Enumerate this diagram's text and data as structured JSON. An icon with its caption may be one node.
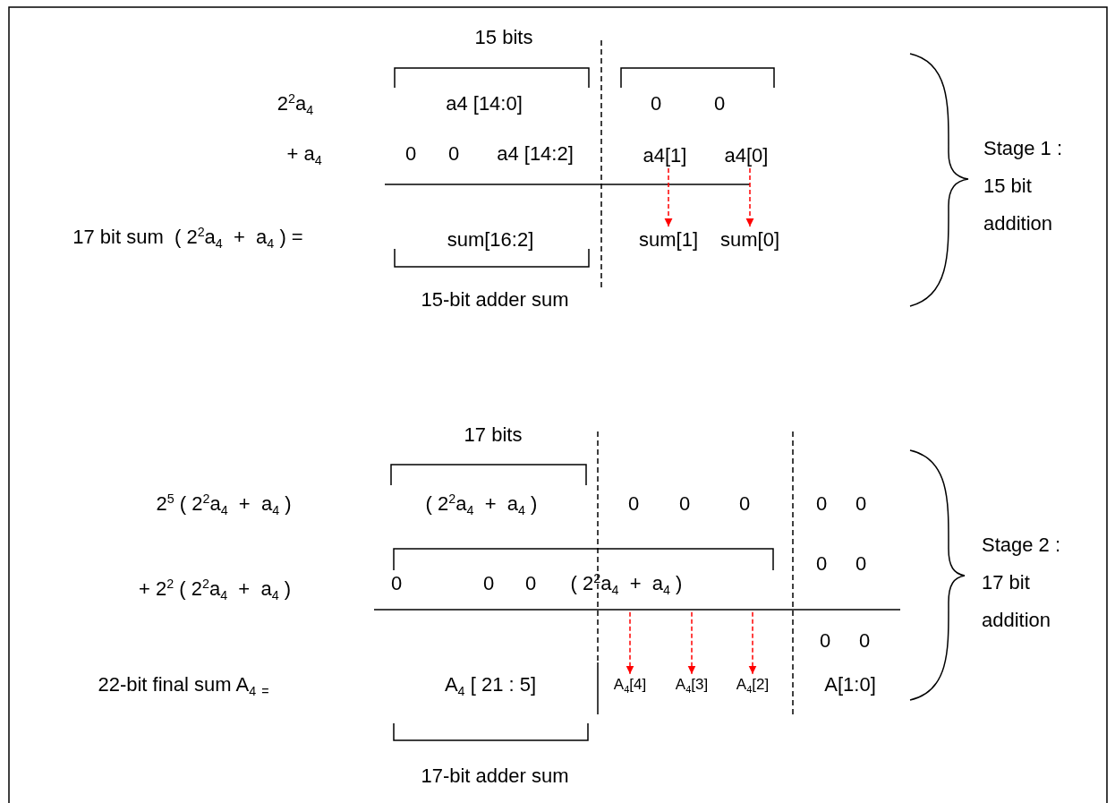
{
  "diagram": {
    "nodes": [
      {
        "text": [
          "a4[1]"
        ]
      },
      {
        "text": [
          "a4[0]"
        ]
      },
      {
        "text": [
          "sum[1]"
        ]
      },
      {
        "text": [
          "sum[0]"
        ]
      },
      {
        "text": [
          "A$_{4}$[4]"
        ]
      },
      {
        "text": [
          "A$_{4}$[3]"
        ]
      },
      {
        "text": [
          "A$_{4}$[2]"
        ]
      }
    ],
    "edges": [
      {
        "from": 0,
        "to": 2,
        "arrow": "to",
        "style": "dashed",
        "color": "#ff0000"
      },
      {
        "from": 1,
        "to": 3,
        "arrow": "to",
        "style": "dashed",
        "color": "#ff0000"
      },
      {
        "from": null,
        "to": 4,
        "arrow": "to",
        "style": "dashed",
        "color": "#ff0000"
      },
      {
        "from": null,
        "to": 5,
        "arrow": "to",
        "style": "dashed",
        "color": "#ff0000"
      },
      {
        "from": null,
        "to": 6,
        "arrow": "to",
        "style": "dashed",
        "color": "#ff0000"
      }
    ],
    "labels": [
      "15 bits",
      "2$^{2}$a$_{4}$",
      "a4 [14:0]",
      "0",
      "0",
      "+ a$_{4}$",
      "0",
      "0",
      "a4 [14:2]",
      "17 bit sum  ( 2$^{2}$a$_{4}$  +  a$_{4}$ ) =",
      "sum[16:2]",
      "Stage 1 : 15 bit addition",
      "15-bit adder sum",
      "17 bits",
      "2$^{5}$ ( 2$^{2}$a$_{4}$  +  a$_{4}$ )",
      "( 2$^{2}$a$_{4}$  +  a$_{4}$ )",
      "0",
      "0",
      "0",
      "0",
      "0",
      "Stage 2 : 17 bit addition",
      "0",
      "0",
      "+ 2$^{2}$ ( 2$^{2}$a$_{4}$  +  a$_{4}$ )",
      "0",
      "0",
      "0",
      "( 2$^{2}$a$_{4}$  +  a$_{4}$ )",
      "0",
      "0",
      "22-bit final sum A$_{4}$ $_{=}$",
      "A$_{4}$ [ 21 : 5]",
      "A[1:0]",
      "17-bit adder sum"
    ]
  }
}
